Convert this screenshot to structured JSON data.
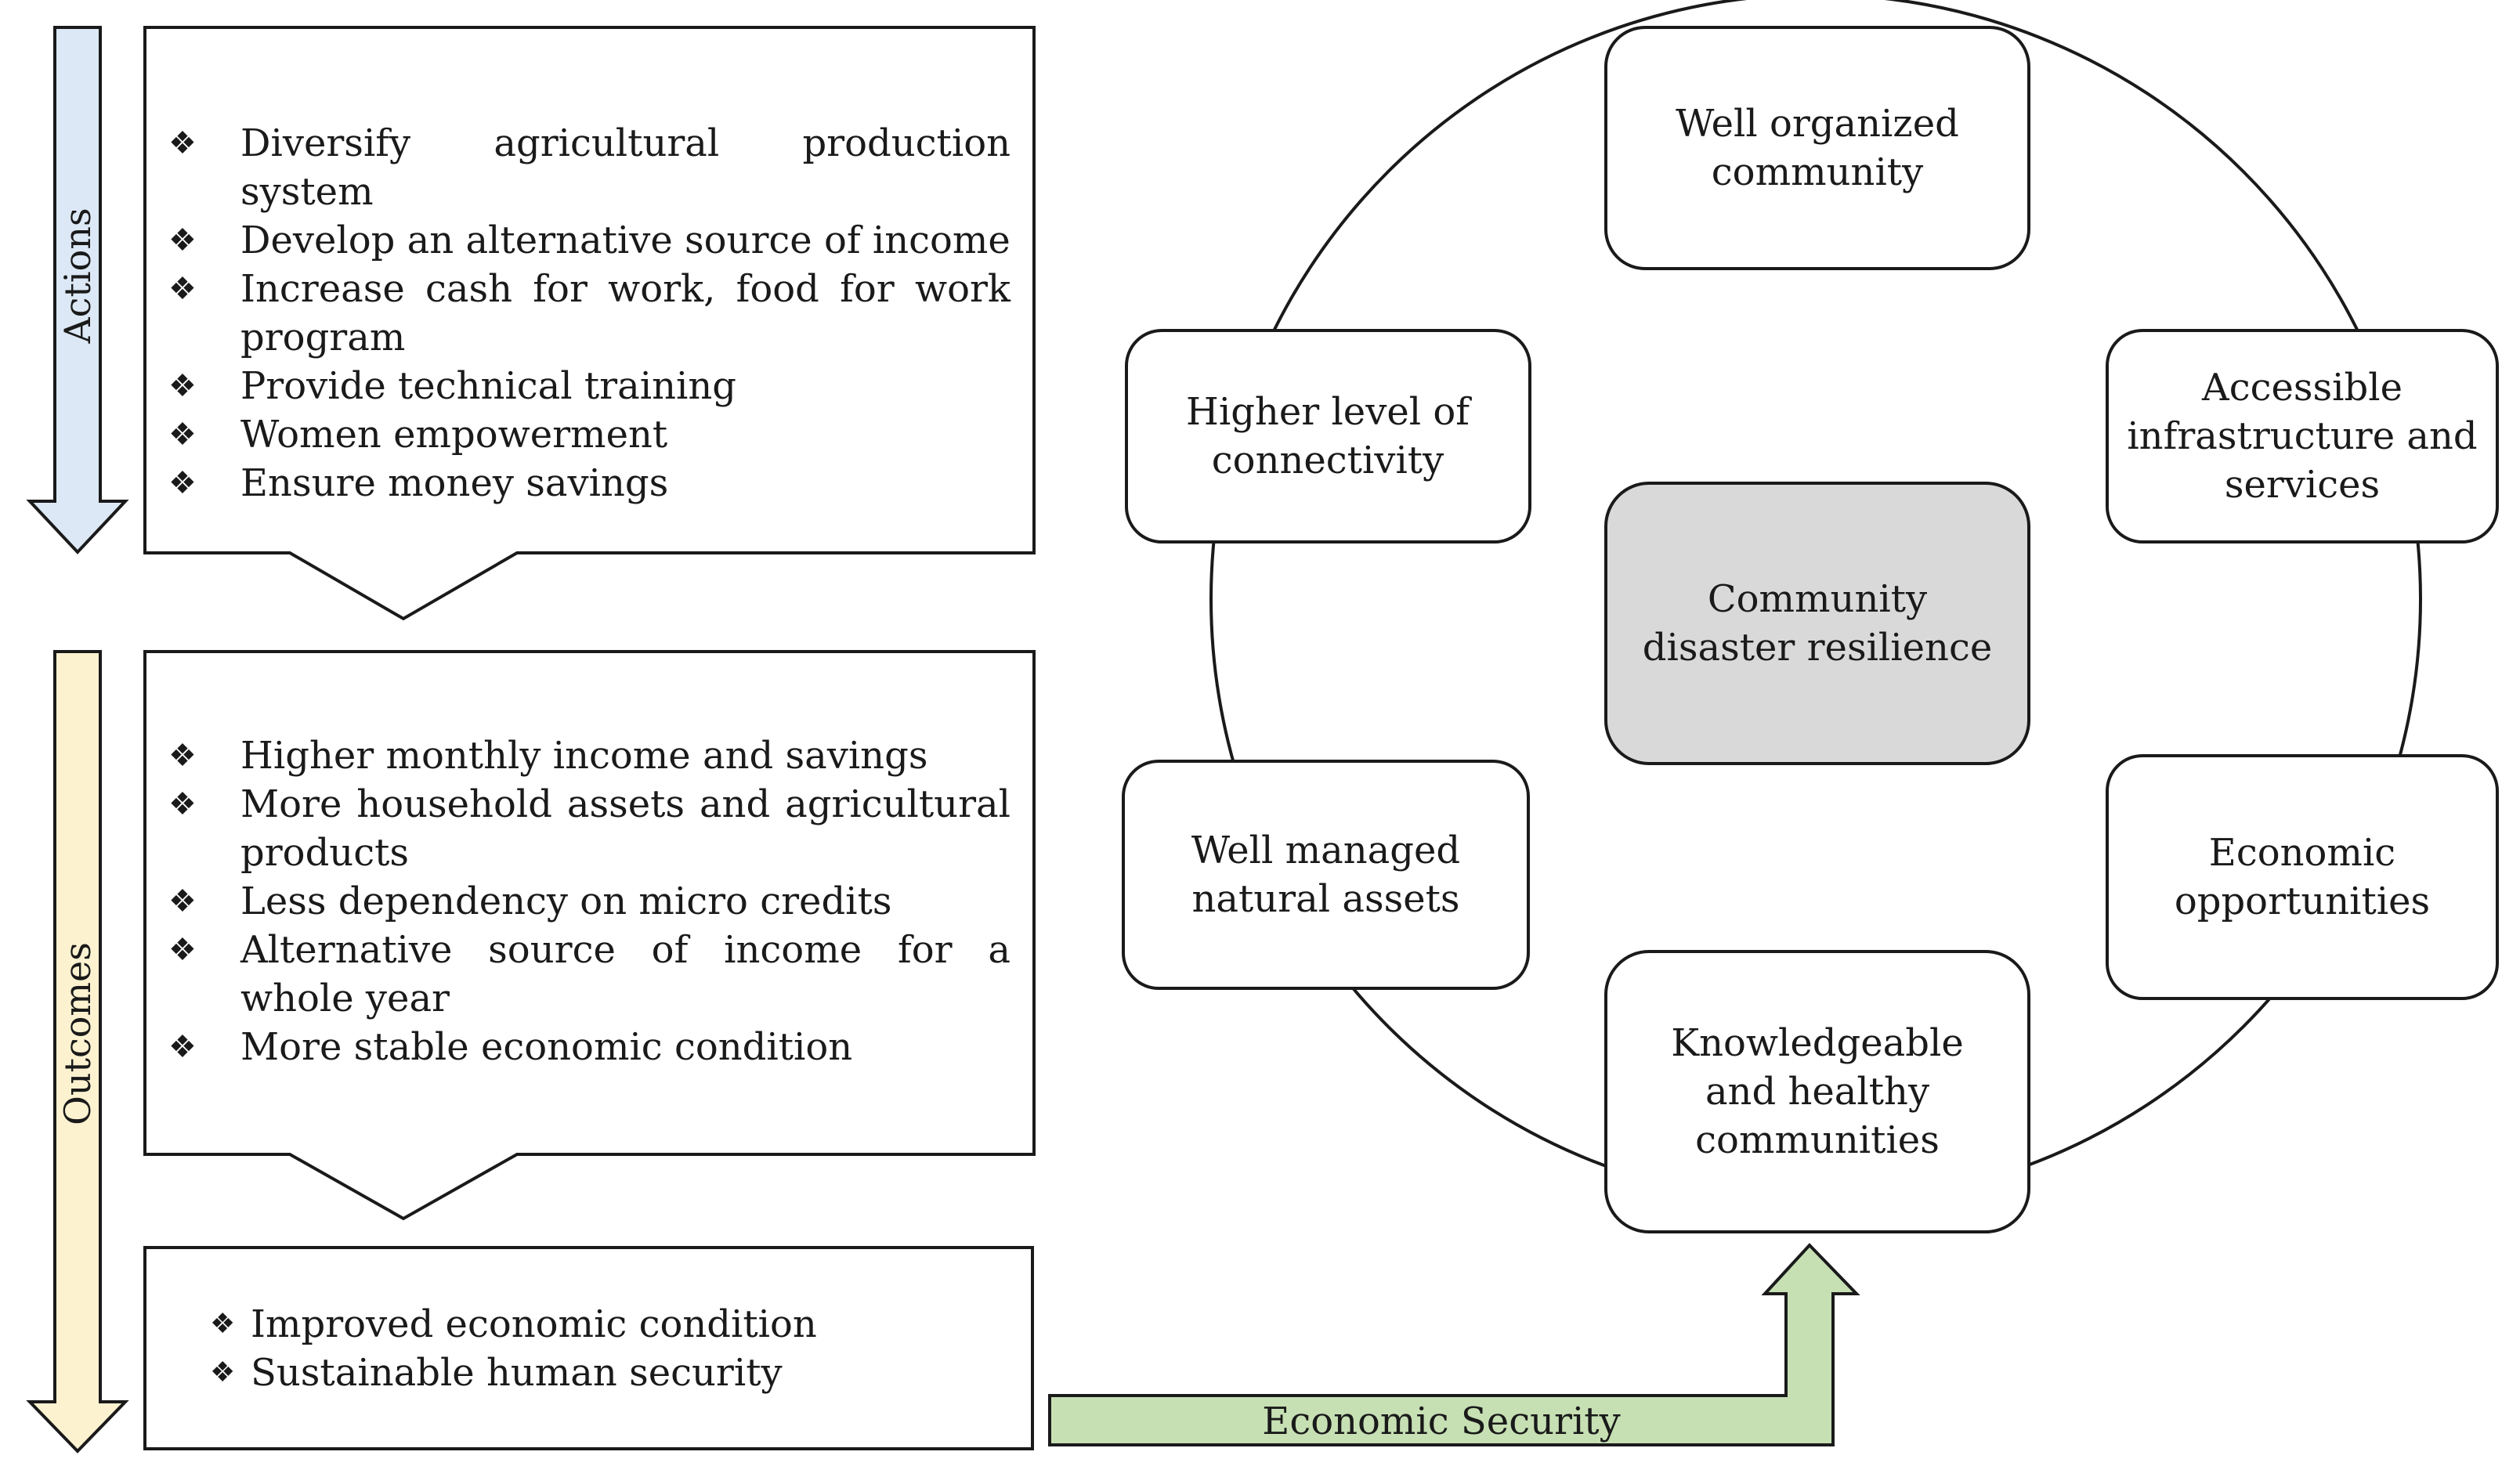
{
  "stages": {
    "actions_label": "Actions",
    "outcomes_label": "Outcomes"
  },
  "actions": [
    "Diversify agricultural production system",
    "Develop an alternative source of income",
    "Increase cash for work, food for work program",
    "Provide technical training",
    "Women empowerment",
    "Ensure money savings"
  ],
  "outcomes": [
    "Higher monthly income and savings",
    "More household assets and agricultural products",
    "Less dependency on micro credits",
    "Alternative source of income for a whole year",
    "More stable economic condition"
  ],
  "results": [
    "Improved economic condition",
    "Sustainable human security"
  ],
  "link_label": "Economic Security",
  "cycle": {
    "center": "Community disaster resilience",
    "nodes": {
      "well_organized": "Well organized community",
      "accessible_infrastructure": "Accessible infrastructure and services",
      "economic_opportunities": "Economic opportunities",
      "knowledgeable_healthy": "Knowledgeable and healthy communities",
      "natural_assets": "Well managed natural assets",
      "connectivity": "Higher level of connectivity"
    }
  },
  "colors": {
    "actions_arrow": "#dce8f5",
    "outcomes_arrow": "#fdf2d0",
    "economic_security_arrow": "#c6e0b4",
    "center_box": "#d9d9d9",
    "outline": "#1a1a1a"
  }
}
